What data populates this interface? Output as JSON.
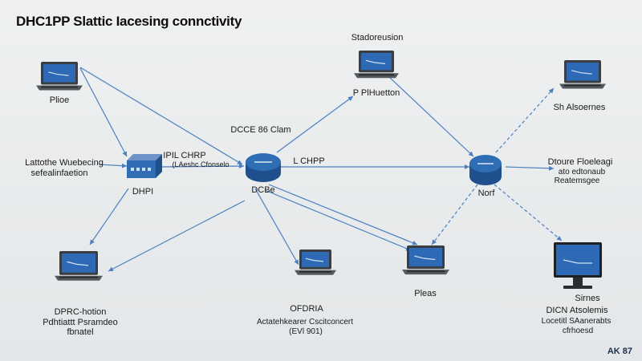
{
  "title": "DHC1PP Slattic Iacesing connctivity",
  "colors": {
    "link": "#4a7fc1",
    "device_blue": "#2f6db5",
    "screen_blue": "#2d69b4",
    "laptop_body": "#3a3d42"
  },
  "nodes": {
    "laptop_top_left": {
      "label": "Plioe",
      "icon": "laptop-icon"
    },
    "laptop_top_center": {
      "top_label": "Stadoreusion",
      "label": "P PlHuetton",
      "icon": "laptop-icon"
    },
    "laptop_top_right": {
      "label": "Sh Alsoernes",
      "icon": "laptop-icon"
    },
    "left_group": {
      "line1": "Lattothe Wuebecing",
      "line2": "sefealinfaetion"
    },
    "switch": {
      "label_top": "IPIL CHRP",
      "label_top2": "(LAeshc Cfonselo",
      "label_bottom": "DHPI",
      "icon": "switch-icon"
    },
    "router_center": {
      "top": "DCCE 86 Clam",
      "bottom": "DCBe",
      "right": "L CHPP",
      "icon": "router-icon"
    },
    "router_right": {
      "label": "Norf",
      "icon": "router-icon"
    },
    "right_group": {
      "line1": "Dtoure Floeleagi",
      "line2": "ato edtonaub",
      "line3": "Reatemsgee"
    },
    "laptop_bottom_left": {
      "line1": "DPRC-hotion",
      "line2": "Pdhtiattt Psramdeo",
      "line3": "fbnatel",
      "icon": "laptop-icon"
    },
    "laptop_bottom_center": {
      "line1": "OFDRIA",
      "line2": "Actatehkearer Cscitconcert",
      "line3": "(EVl 901)",
      "icon": "laptop-icon"
    },
    "laptop_bottom_mid": {
      "label": "Pleas",
      "icon": "laptop-icon"
    },
    "monitor_right": {
      "line0": "Sirnes",
      "line1": "DICN Atsolemis",
      "line2": "Locetitl SAanerabts",
      "line3": "cfrhoesd",
      "icon": "monitor-icon"
    }
  },
  "badge": "AK 87"
}
